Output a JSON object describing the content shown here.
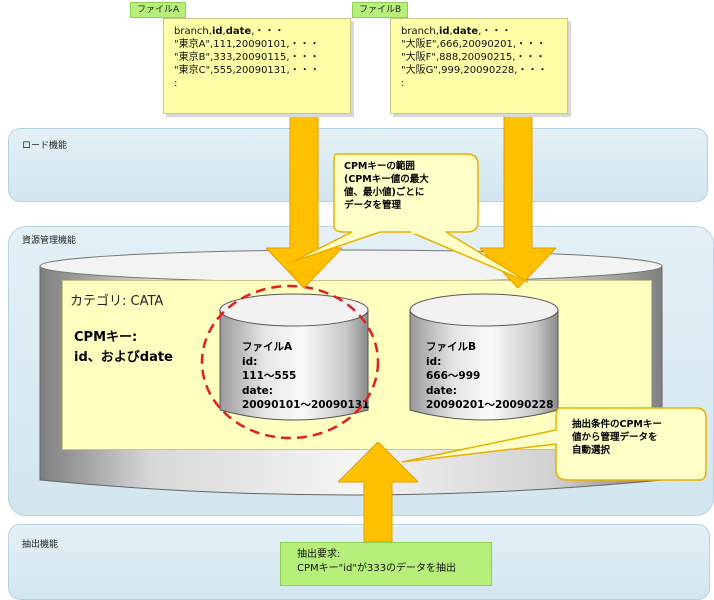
{
  "file_a": {
    "tab": "ファイルA",
    "lines": [
      "branch,id,date,・・・",
      "\"東京A\",111,20090101,・・・",
      "\"東京B\",333,20090115,・・・",
      "\"東京C\",555,20090131,・・・",
      ":"
    ]
  },
  "file_b": {
    "tab": "ファイルB",
    "lines": [
      "branch,id,date,・・・",
      "\"大阪E\",666,20090201,・・・",
      "\"大阪F\",888,20090215,・・・",
      "\"大阪G\",999,20090228,・・・",
      ":"
    ]
  },
  "bands": {
    "load": "ロード機能",
    "resource": "資源管理機能",
    "extract": "抽出機能"
  },
  "callout_top": [
    "CPMキーの範囲",
    "(CPMキー値の最大",
    "値、最小値)ごとに",
    "データを管理"
  ],
  "category": {
    "label": "カテゴリ: CATA",
    "cpm_key_title": "CPMキー:",
    "cpm_key_value": "id、およびdate"
  },
  "db_a": {
    "name": "ファイルA",
    "l1": "id:",
    "l2": "111～555",
    "l3": "date:",
    "l4": "20090101～20090131"
  },
  "db_b": {
    "name": "ファイルB",
    "l1": "id:",
    "l2": "666～999",
    "l3": "date:",
    "l4": "20090201～20090228"
  },
  "callout_right": [
    "抽出条件のCPMキー",
    "値から管理データを",
    "自動選択"
  ],
  "query": {
    "l1": "抽出要求:",
    "l2": "CPMキー\"id\"が333のデータを抽出"
  },
  "colors": {
    "arrow": "#ffc000",
    "band": "#d8eaf2",
    "note": "#ffffa8",
    "tab": "#b6f07a",
    "dash": "#e02020"
  }
}
